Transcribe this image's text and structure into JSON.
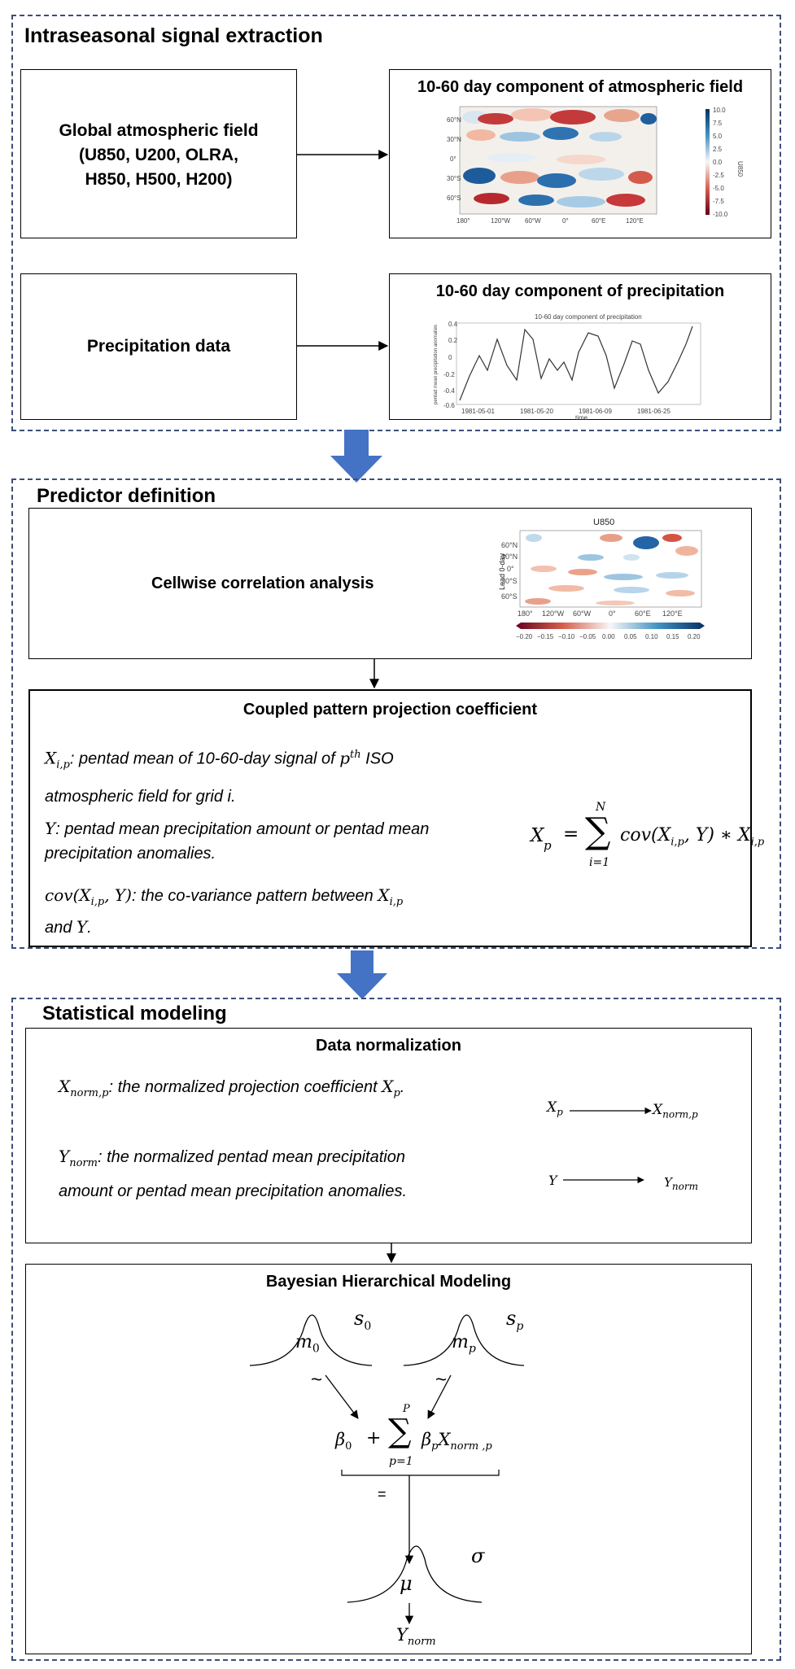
{
  "sections": {
    "extraction": {
      "title": "Intraseasonal signal extraction",
      "global_field_lines": [
        "Global atmospheric field",
        "(U850, U200, OLRA,",
        "H850, H500, H200)"
      ],
      "atm_component_title": "10-60 day component of atmospheric field",
      "atm_map": {
        "lat_labels": [
          "60°N",
          "30°N",
          "0°",
          "30°S",
          "60°S"
        ],
        "lon_labels": [
          "180°",
          "120°W",
          "60°W",
          "0°",
          "60°E",
          "120°E"
        ],
        "colorbar_ticks": [
          "10.0",
          "7.5",
          "5.0",
          "2.5",
          "0.0",
          "-2.5",
          "-5.0",
          "-7.5",
          "-10.0"
        ],
        "colorbar_label": "U850"
      },
      "precip_data_label": "Precipitation data",
      "precip_component_title": "10-60 day component of precipitation",
      "precip_chart_title": "10-60 day component of precipitation",
      "precip_chart_xlabel": "time",
      "precip_chart_ylabel": "pentad mean precipitation anomalies"
    },
    "predictor": {
      "title": "Predictor definition",
      "cellwise_label": "Cellwise correlation analysis",
      "map": {
        "title": "U850",
        "ylabel": "Lead 0-day",
        "lat_labels": [
          "60°N",
          "30°N",
          "0°",
          "30°S",
          "60°S"
        ],
        "lon_labels": [
          "180°",
          "120°W",
          "60°W",
          "0°",
          "60°E",
          "120°E"
        ],
        "colorbar_ticks": [
          "−0.20",
          "−0.15",
          "−0.10",
          "−0.05",
          "0.00",
          "0.05",
          "0.10",
          "0.15",
          "0.20"
        ]
      },
      "coupled_title": "Coupled pattern projection coefficient",
      "def_x_sym": "X",
      "def_x_sub": "i,p",
      "def_x_text_a": ": pentad mean of 10-60-day signal of ",
      "def_x_p": "p",
      "def_x_th": "th",
      "def_x_text_b": " ISO",
      "def_x_line2": "atmospheric field for grid  i.",
      "def_y_sym": "Y",
      "def_y_text": ": pentad mean precipitation amount or pentad mean",
      "def_y_line2": "precipitation anomalies.",
      "def_cov_sym": "cov(X",
      "def_cov_sub": "i,p",
      "def_cov_close": ", Y)",
      "def_cov_text": ":  the  co-variance  pattern  between",
      "def_cov_x": "X",
      "def_cov_x_sub": "i,p",
      "def_cov_line2_a": "and ",
      "def_cov_line2_y": "Y",
      "def_cov_line2_b": ".",
      "formula": {
        "lhs": "X",
        "lhs_sub": "p",
        "eq": "=",
        "sum_top": "N",
        "sum_bottom": "i=1",
        "body": "cov(X",
        "body_sub": "i,p",
        "body_mid": ", Y) ∗ X",
        "body_sub2": "i,p"
      }
    },
    "modeling": {
      "title": "Statistical modeling",
      "normalization_title": "Data normalization",
      "xnorm_sym": "X",
      "xnorm_sub": "norm,p",
      "xnorm_text": ": the normalized projection coefficient ",
      "xnorm_xp": "X",
      "xnorm_xp_sub": "p",
      "xnorm_end": ".",
      "ynorm_sym": "Y",
      "ynorm_sub": "norm",
      "ynorm_text": ": the normalized pentad mean precipitation",
      "ynorm_line2": "amount or pentad mean precipitation anomalies.",
      "map_x_from": "X",
      "map_x_from_sub": "p",
      "map_x_to": "X",
      "map_x_to_sub": "norm,p",
      "map_y_from": "Y",
      "map_y_to": "Y",
      "map_y_to_sub": "norm",
      "bhm_title": "Bayesian Hierarchical Modeling",
      "m0": "m",
      "m0_sub": "0",
      "s0": "s",
      "s0_sub": "0",
      "mp": "m",
      "mp_sub": "p",
      "sp": "s",
      "sp_sub": "p",
      "tilde": "~",
      "beta0": "β",
      "beta0_sub": "0",
      "plus": "+",
      "sum_top": "P",
      "sum_bottom": "p=1",
      "betap": "β",
      "betap_sub": "p",
      "xnormp": "X",
      "xnormp_sub": "norm ,p",
      "equals": "=",
      "mu": "μ",
      "sigma": "σ",
      "y_out": "Y",
      "y_out_sub": "norm"
    }
  },
  "colors": {
    "dashed_border": "#3b4f7a",
    "flow_arrow": "#4472c4",
    "map_blue": "#2166ac",
    "map_red": "#b2182b"
  }
}
